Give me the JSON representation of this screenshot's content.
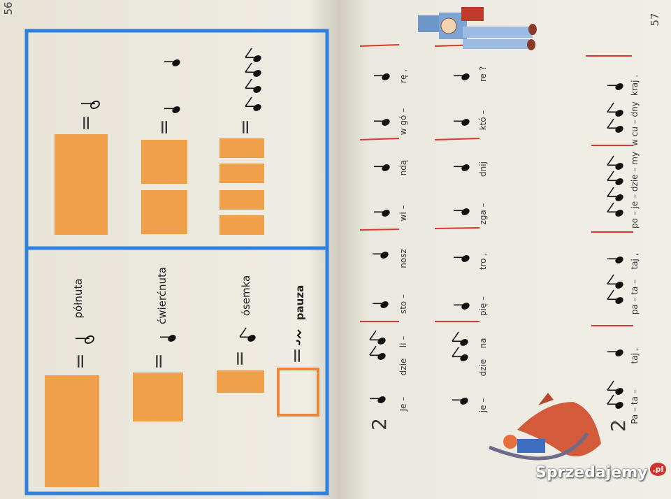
{
  "page_numbers": {
    "left": "56",
    "right": "57"
  },
  "legend": {
    "half_note": "półnuta",
    "quarter_note": "ćwierćnuta",
    "eighth_note": "ósemka",
    "rest": "pauza"
  },
  "equals_sign": "=",
  "song": {
    "meter": "2",
    "row1": [
      "Je –",
      "dzie",
      "li –",
      "sto –",
      "nosz",
      "wi –",
      "ndą",
      "w gó –",
      "rę ,"
    ],
    "row2": [
      "je –",
      "dzie",
      "na",
      "pię –",
      "tro ,",
      "zga –",
      "dnij",
      "któ –",
      "re ?"
    ],
    "row3": [
      "Pa – ta –",
      "taj ,",
      "pa – ta –",
      "taj ,",
      "po – je – dzie – my",
      "w cu – dny",
      "kraj ."
    ]
  },
  "colors": {
    "frame": "#2f7fdc",
    "block": "#f0a04a",
    "bar_line": "#d83a2e",
    "rest_box": "#e8863a"
  },
  "watermark": {
    "text": "Sprzedajemy",
    "suffix": ".pl"
  }
}
